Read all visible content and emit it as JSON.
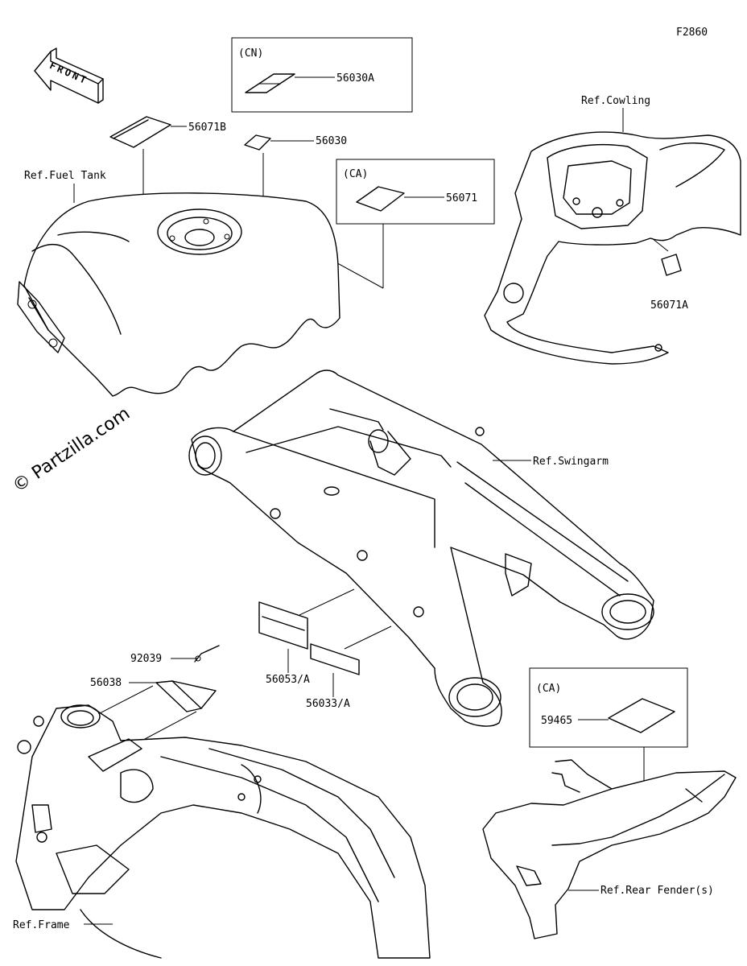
{
  "figure_id": "F2860",
  "front_label": "FRONT",
  "watermark": "© Partzilla.com",
  "callout_boxes": [
    {
      "region": "CN",
      "label": "(CN)",
      "part": "56030A"
    },
    {
      "region": "CA",
      "label": "(CA)",
      "part": "56071"
    },
    {
      "region": "CA",
      "label": "(CA)",
      "part": "59465"
    }
  ],
  "parts": {
    "p56071B": "56071B",
    "p56030": "56030",
    "p56071A": "56071A",
    "p92039": "92039",
    "p56038": "56038",
    "p56053A": "56053/A",
    "p56033A": "56033/A"
  },
  "references": {
    "fuel_tank": "Ref.Fuel Tank",
    "cowling": "Ref.Cowling",
    "swingarm": "Ref.Swingarm",
    "frame": "Ref.Frame",
    "rear_fender": "Ref.Rear Fender(s)"
  }
}
